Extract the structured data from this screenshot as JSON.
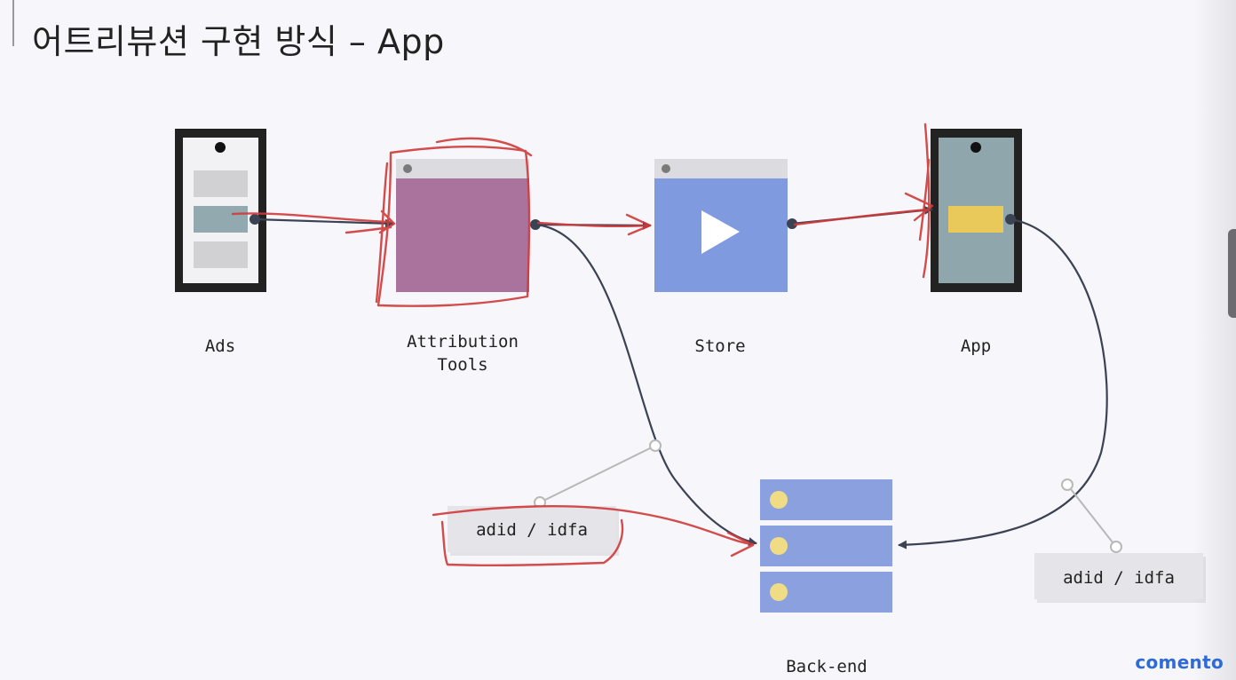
{
  "slide": {
    "title": "어트리뷰션 구현 방식 – App",
    "brand": "comento"
  },
  "nodes": {
    "ads": "Ads",
    "attribution_line1": "Attribution",
    "attribution_line2": "Tools",
    "store": "Store",
    "app": "App",
    "backend": "Back-end"
  },
  "tags": {
    "left": "adid / idfa",
    "right": "adid / idfa"
  },
  "colors": {
    "device_frame": "#222222",
    "attribution_fill": "#a9739d",
    "store_fill": "#7f9ade",
    "app_screen": "#8fa6ad",
    "app_button": "#e9c95a",
    "backend_fill": "#8aa0df",
    "backend_led": "#f0dc85",
    "connector": "#3b4254",
    "annotation": "#d03a3a",
    "brand": "#2f6bd6"
  }
}
